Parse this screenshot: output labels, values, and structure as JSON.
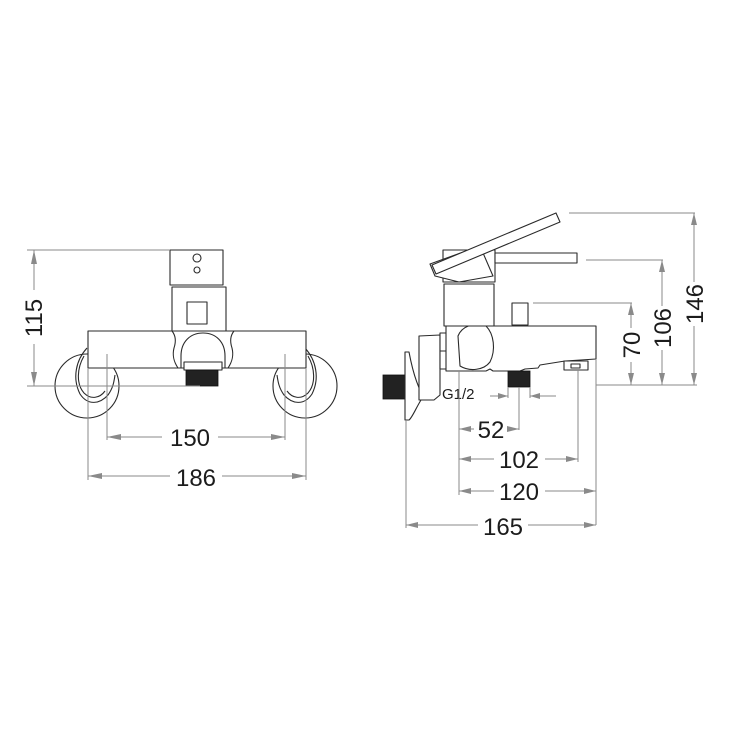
{
  "drawing": {
    "title": "Wall-mounted bath mixer dimensional drawing",
    "units": "mm",
    "stroke_color": "#2a2a2a",
    "dimension_line_color": "#8a8a8a",
    "front_view": {
      "dimensions": {
        "height": "115",
        "inlet_spacing": "150",
        "overall_width": "186"
      }
    },
    "side_view": {
      "thread_label": "G1/2",
      "dimensions": {
        "depth_to_outlet": "52",
        "depth_to_spout": "102",
        "depth_body": "120",
        "overall_depth": "165",
        "height_diverter": "70",
        "height_lever": "106",
        "height_lever_raised": "146"
      }
    }
  }
}
